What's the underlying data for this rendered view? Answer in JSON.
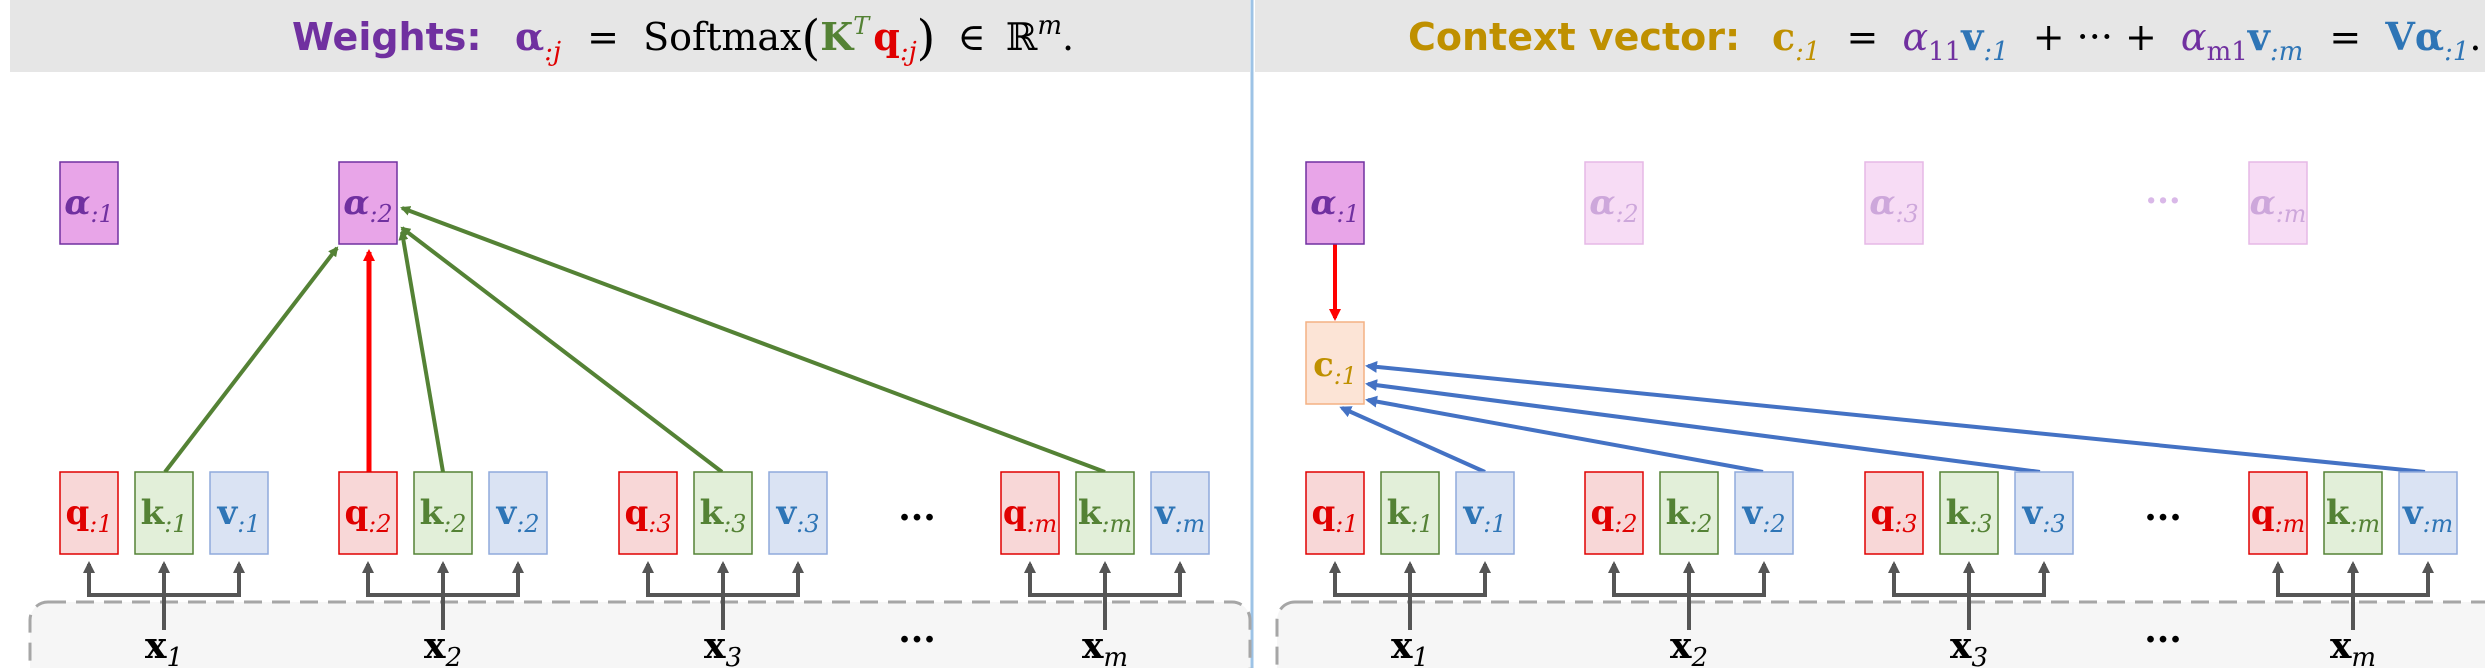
{
  "colors": {
    "weights": "#7030a0",
    "context": "#bf9000",
    "query": "#e00000",
    "key": "#548235",
    "value": "#2e75b6",
    "arrow_green": "#548235",
    "arrow_red": "#ff0000",
    "arrow_blue": "#4472c4",
    "arrow_gray": "#555555"
  },
  "left": {
    "header": {
      "label": "Weights",
      "colon": ":",
      "formula": {
        "alpha": "α",
        "alpha_sub": ":j",
        "eq": "=",
        "fn": "Softmax",
        "lparen": "(",
        "K": "K",
        "T": "T",
        "q": "q",
        "q_sub": ":j",
        "rparen": ")",
        "in": "∈",
        "R": "ℝ",
        "m": "m",
        "period": "."
      }
    },
    "alphas": [
      {
        "sym": "α",
        "sub": ":1"
      },
      {
        "sym": "α",
        "sub": ":2"
      }
    ],
    "groups": [
      {
        "q": ":1",
        "k": ":1",
        "v": ":1",
        "x": "1"
      },
      {
        "q": ":2",
        "k": ":2",
        "v": ":2",
        "x": "2"
      },
      {
        "q": ":3",
        "k": ":3",
        "v": ":3",
        "x": "3"
      },
      {
        "q": ":m",
        "k": ":m",
        "v": ":m",
        "x": "m"
      }
    ],
    "ellipsis_mid": "···",
    "ellipsis_bottom": "···"
  },
  "right": {
    "header": {
      "label": "Context vector",
      "colon": ":",
      "formula": {
        "c": "c",
        "c_sub": ":1",
        "eq": "=",
        "a1": "α",
        "a1_sub": "11",
        "v1": "v",
        "v1_sub": ":1",
        "plus1": "+ ··· +",
        "am": "α",
        "am_sub": "m1",
        "vm": "v",
        "vm_sub": ":m",
        "eq2": "=",
        "V": "V",
        "a": "α",
        "a_sub": ":1",
        "period": "."
      }
    },
    "alphas": [
      {
        "sym": "α",
        "sub": ":1"
      },
      {
        "sym": "α",
        "sub": ":2"
      },
      {
        "sym": "α",
        "sub": ":3"
      },
      {
        "sym": "α",
        "sub": ":m"
      }
    ],
    "alpha_ellipsis": "···",
    "context": {
      "sym": "c",
      "sub": ":1"
    },
    "groups": [
      {
        "q": ":1",
        "k": ":1",
        "v": ":1",
        "x": "1"
      },
      {
        "q": ":2",
        "k": ":2",
        "v": ":2",
        "x": "2"
      },
      {
        "q": ":3",
        "k": ":3",
        "v": ":3",
        "x": "3"
      },
      {
        "q": ":m",
        "k": ":m",
        "v": ":m",
        "x": "m"
      }
    ],
    "ellipsis_mid": "···",
    "ellipsis_bottom": "···"
  }
}
